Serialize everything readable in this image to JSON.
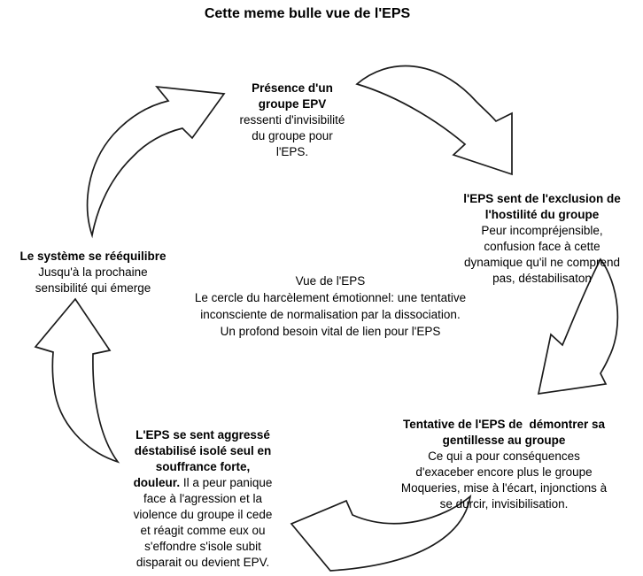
{
  "title": "Cette meme bulle vue de l'EPS",
  "center": {
    "text": "Vue de l'EPS\nLe cercle du harcèlement émotionnel: une tentative\ninconsciente de normalisation par la dissociation.\nUn profond besoin vital de lien pour l'EPS"
  },
  "nodes": {
    "top": {
      "heading": "Présence d'un\ngroupe EPV",
      "body": "\nressenti d'invisibilité\ndu groupe pour\nl'EPS."
    },
    "right": {
      "heading": "l'EPS sent de l'exclusion de\nl'hostilité du groupe",
      "body": "\nPeur incompréjensible,\nconfusion face à cette\ndynamique qu'il ne comprend\npas, déstabilisaton"
    },
    "bottom_right": {
      "heading": "Tentative de l'EPS de  démontrer sa\ngentillesse au groupe",
      "body": "\nCe qui a pour conséquences\nd'exaceber encore plus le groupe\nMoqueries, mise à l'écart, injonctions à\nse durcir, invisibilisation."
    },
    "bottom_left": {
      "heading": "L'EPS se sent aggressé\ndéstabilisé isolé seul en\nsouffrance forte,\ndouleur.",
      "body": " Il a peur panique\nface à l'agression et la\nviolence du groupe il cede\net réagit comme eux ou\ns'effondre s'isole subit\ndisparait ou devient EPV."
    },
    "left": {
      "heading": "Le système se rééquilibre",
      "body": "\nJusqu'à la prochaine\nsensibilité qui émerge"
    }
  },
  "arrows": [
    {
      "name": "arrow-top-to-right",
      "from": "top",
      "to": "right"
    },
    {
      "name": "arrow-right-to-bottom-right",
      "from": "right",
      "to": "bottom_right"
    },
    {
      "name": "arrow-bottom-right-to-bottom-left",
      "from": "bottom_right",
      "to": "bottom_left"
    },
    {
      "name": "arrow-bottom-left-to-left",
      "from": "bottom_left",
      "to": "left"
    },
    {
      "name": "arrow-left-to-top",
      "from": "left",
      "to": "top"
    }
  ],
  "colors": {
    "background": "#ffffff",
    "text": "#000000",
    "arrow_fill": "#ffffff",
    "arrow_stroke": "#1b1b1b"
  }
}
